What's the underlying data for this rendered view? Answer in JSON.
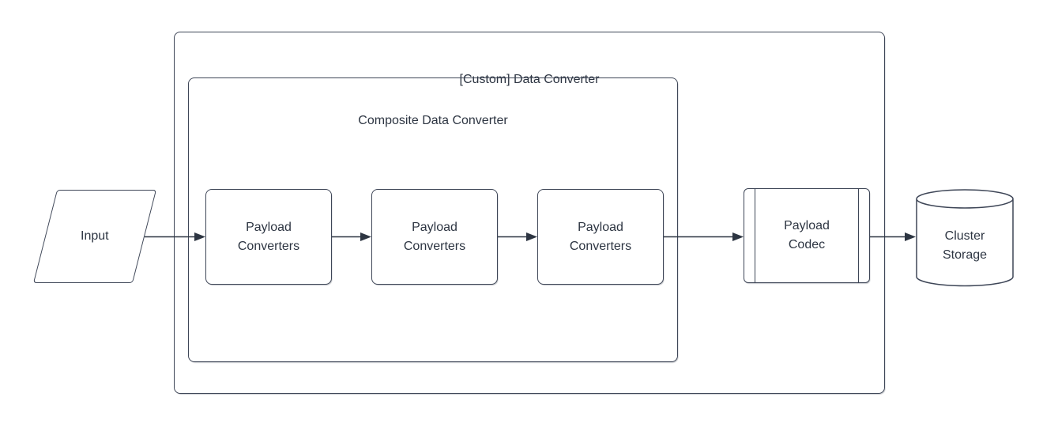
{
  "colors": {
    "canvas_bg": "#ffffff",
    "stroke": "#3e4657",
    "text": "#2d3542",
    "arrow": "#2d3542"
  },
  "nodes": {
    "input": {
      "label": "Input"
    },
    "outer_container": {
      "label": "[Custom] Data Converter"
    },
    "inner_container": {
      "label": "Composite Data Converter"
    },
    "converters": [
      {
        "label": "Payload\nConverters"
      },
      {
        "label": "Payload\nConverters"
      },
      {
        "label": "Payload\nConverters"
      }
    ],
    "codec": {
      "label": "Payload\nCodec"
    },
    "storage": {
      "label": "Cluster\nStorage"
    }
  },
  "edges": [
    {
      "from": "input",
      "to": "converters.0"
    },
    {
      "from": "converters.0",
      "to": "converters.1"
    },
    {
      "from": "converters.1",
      "to": "converters.2"
    },
    {
      "from": "converters.2",
      "to": "codec"
    },
    {
      "from": "codec",
      "to": "storage"
    }
  ]
}
